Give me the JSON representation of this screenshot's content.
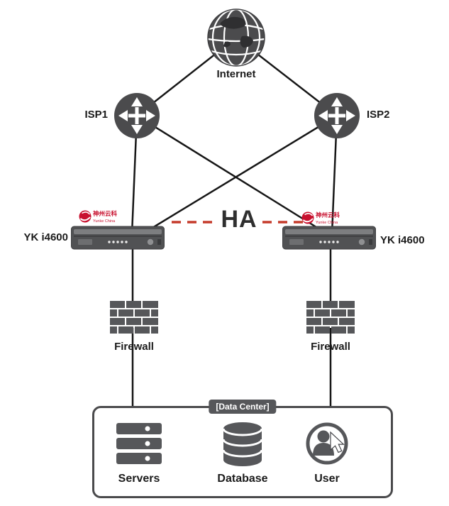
{
  "diagram": {
    "internet": {
      "label": "Internet"
    },
    "isp1": {
      "label": "ISP1"
    },
    "isp2": {
      "label": "ISP2"
    },
    "device_left": {
      "label": "YK i4600",
      "vendor_cn": "神州云科",
      "vendor_en": "Yunke China"
    },
    "device_right": {
      "label": "YK i4600",
      "vendor_cn": "神州云科",
      "vendor_en": "Yunke China"
    },
    "ha": {
      "label": "HA"
    },
    "firewall_left": {
      "label": "Firewall"
    },
    "firewall_right": {
      "label": "Firewall"
    },
    "datacenter": {
      "label": "[Data Center]"
    },
    "servers": {
      "label": "Servers"
    },
    "database": {
      "label": "Database"
    },
    "user": {
      "label": "User"
    },
    "colors": {
      "node_gray": "#56575A",
      "line_black": "#161616",
      "ha_red": "#C53B2C",
      "logo_red": "#C8102E"
    }
  }
}
